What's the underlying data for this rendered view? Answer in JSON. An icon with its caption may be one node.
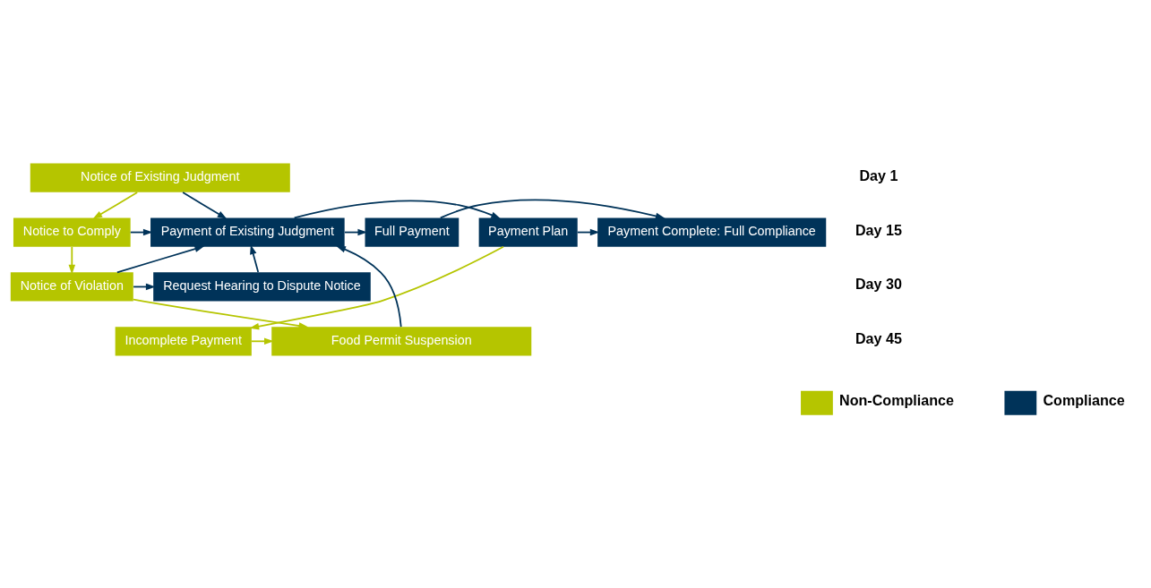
{
  "diagram": {
    "nodes": [
      {
        "text": [
          "Notice of Existing Judgment"
        ]
      },
      {
        "text": [
          "Notice to Comply"
        ]
      },
      {
        "text": [
          "Payment of Existing Judgment"
        ]
      },
      {
        "text": [
          "Full Payment"
        ]
      },
      {
        "text": [
          "Payment Plan"
        ]
      },
      {
        "text": [
          "Payment Complete: Full Compliance"
        ]
      },
      {
        "text": [
          "Notice of Violation"
        ]
      },
      {
        "text": [
          "Request Hearing to Dispute Notice"
        ]
      },
      {
        "text": [
          "Food Permit Suspension"
        ]
      },
      {
        "text": [
          "Incomplete Payment"
        ]
      }
    ],
    "edges": [
      {
        "from": 0,
        "to": 1,
        "arrow": "to",
        "color": "#b5c500"
      },
      {
        "from": 0,
        "to": 2,
        "arrow": "to"
      },
      {
        "from": 1,
        "to": 2,
        "arrow": "to"
      },
      {
        "from": 2,
        "to": 3,
        "arrow": "to"
      },
      {
        "from": 2,
        "to": 4,
        "arrow": "to"
      },
      {
        "from": 3,
        "to": 5,
        "arrow": "to"
      },
      {
        "from": 4,
        "to": 5,
        "arrow": "to"
      },
      {
        "from": 1,
        "to": 6,
        "arrow": "to",
        "color": "#b5c500"
      },
      {
        "from": 6,
        "to": 2,
        "arrow": "to"
      },
      {
        "from": 6,
        "to": 7,
        "arrow": "to"
      },
      {
        "from": 7,
        "to": 2,
        "arrow": "to"
      },
      {
        "from": 8,
        "to": 2,
        "arrow": "to"
      },
      {
        "from": 6,
        "to": 8,
        "arrow": "to",
        "color": "#b5c500"
      },
      {
        "from": 4,
        "to": 9,
        "arrow": "to",
        "color": "#b5c500"
      },
      {
        "from": 9,
        "to": 8,
        "arrow": "to",
        "color": "#b5c500"
      }
    ],
    "labels": [
      "Day 1",
      "Day 15",
      "Day 30",
      "Day 45"
    ],
    "legend": [
      {
        "text": "Non-Compliance",
        "color": "#b5c500"
      },
      {
        "text": "Compliance",
        "color": "#003359"
      }
    ]
  }
}
